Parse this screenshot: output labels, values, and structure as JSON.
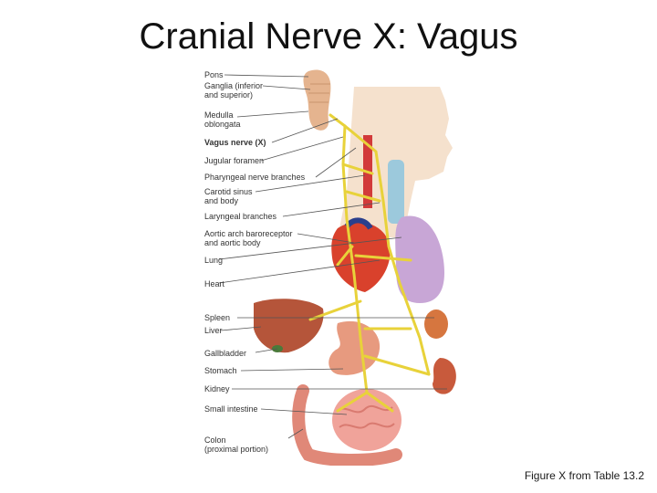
{
  "slide": {
    "title": "Cranial Nerve X: Vagus",
    "caption": "Figure X from Table 13.2"
  },
  "labels": [
    {
      "text": "Pons",
      "bold": false
    },
    {
      "text": "Ganglia (inferior\nand superior)",
      "bold": false
    },
    {
      "text": "Medulla\noblongata",
      "bold": false
    },
    {
      "text": "Vagus nerve (X)",
      "bold": true
    },
    {
      "text": "Jugular foramen",
      "bold": false
    },
    {
      "text": "Pharyngeal nerve branches",
      "bold": false
    },
    {
      "text": "Carotid sinus\nand body",
      "bold": false
    },
    {
      "text": "Laryngeal branches",
      "bold": false
    },
    {
      "text": "Aortic arch baroreceptor\nand aortic body",
      "bold": false
    },
    {
      "text": "Lung",
      "bold": false
    },
    {
      "text": "Heart",
      "bold": false
    },
    {
      "text": "Spleen",
      "bold": false
    },
    {
      "text": "Liver",
      "bold": false
    },
    {
      "text": "Gallbladder",
      "bold": false
    },
    {
      "text": "Stomach",
      "bold": false
    },
    {
      "text": "Kidney",
      "bold": false
    },
    {
      "text": "Small intestine",
      "bold": false
    },
    {
      "text": "Colon\n(proximal portion)",
      "bold": false
    }
  ],
  "colors": {
    "nerve": "#e8d23a",
    "skin": "#f3dcc4",
    "heart": "#d9412c",
    "lung": "#c8a6d6",
    "liver": "#b5553a",
    "stomach": "#e79a7f",
    "intestine": "#f0a39a",
    "kidney": "#c85a3c",
    "spleen": "#d6763f",
    "brainstem": "#e5b48f"
  }
}
